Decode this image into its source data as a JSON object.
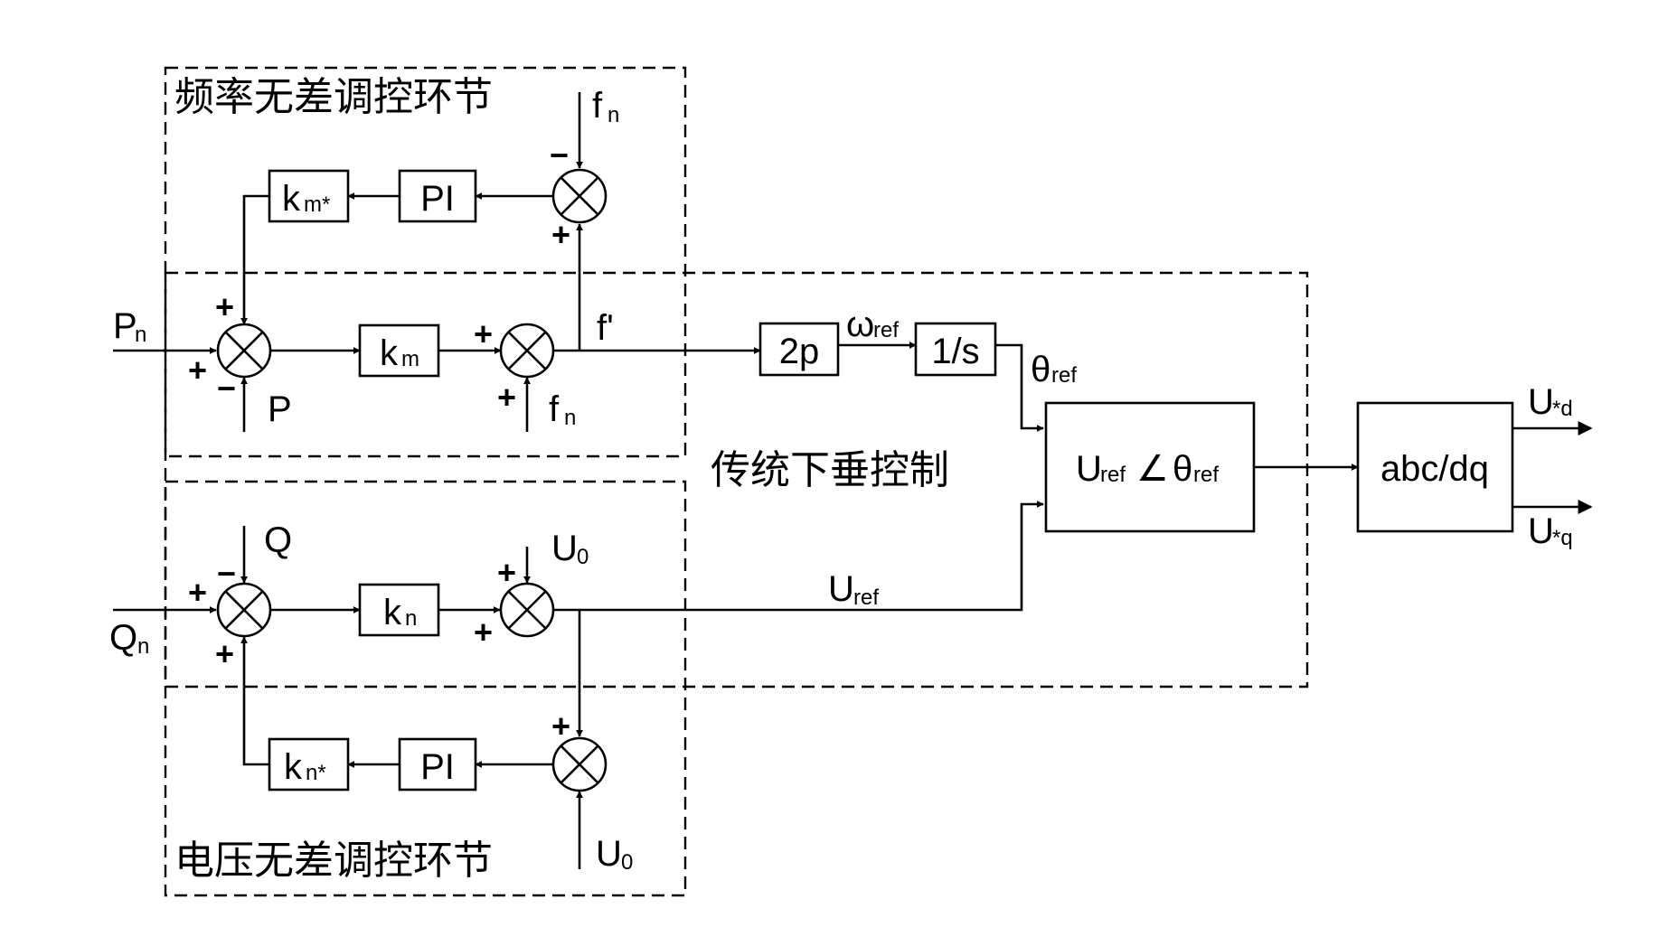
{
  "regions": {
    "freq_loop": "频率无差调控环节",
    "voltage_loop": "电压无差调控环节",
    "droop": "传统下垂控制"
  },
  "blocks": {
    "km_star": {
      "main": "k",
      "sub": "m*"
    },
    "pi_top": "PI",
    "km": {
      "main": "k",
      "sub": "m"
    },
    "kn": {
      "main": "k",
      "sub": "n"
    },
    "kn_star": {
      "main": "k",
      "sub": "n*"
    },
    "pi_bottom": "PI",
    "two_p": "2p",
    "integrator": "1/s",
    "polar": {
      "u": "U",
      "u_sub": "ref",
      "angle": "∠",
      "theta": "θ",
      "theta_sub": "ref"
    },
    "abc_dq": "abc/dq"
  },
  "signals": {
    "fn_top": {
      "main": "f",
      "sub": "n"
    },
    "pn": {
      "main": "P",
      "sub": "n"
    },
    "p": "P",
    "f_prime": "f'",
    "fn_mid": {
      "main": "f",
      "sub": "n"
    },
    "omega_ref": {
      "main": "ω",
      "sub": "ref"
    },
    "theta_ref": {
      "main": "θ",
      "sub": "ref"
    },
    "q": "Q",
    "qn": {
      "main": "Q",
      "sub": "n"
    },
    "u0_mid": {
      "main": "U",
      "sub": "0"
    },
    "u_ref": {
      "main": "U",
      "sub": "ref"
    },
    "u0_bottom": {
      "main": "U",
      "sub": "0"
    },
    "ud": {
      "main": "U",
      "sub": "*d"
    },
    "uq": {
      "main": "U",
      "sub": "*q"
    }
  },
  "signs": {
    "sj_top_minus": "−",
    "sj_top_plus": "+",
    "sj1_top_plus": "+",
    "sj1_left_plus": "+",
    "sj1_bottom_minus": "−",
    "sj2_left_plus": "+",
    "sj2_bottom_plus": "+",
    "sj3_minus": "−",
    "sj3_left_plus": "+",
    "sj3_bottom_plus": "+",
    "sj4_top_plus": "+",
    "sj4_left_plus": "+",
    "sj_bottom_plus": "+"
  }
}
